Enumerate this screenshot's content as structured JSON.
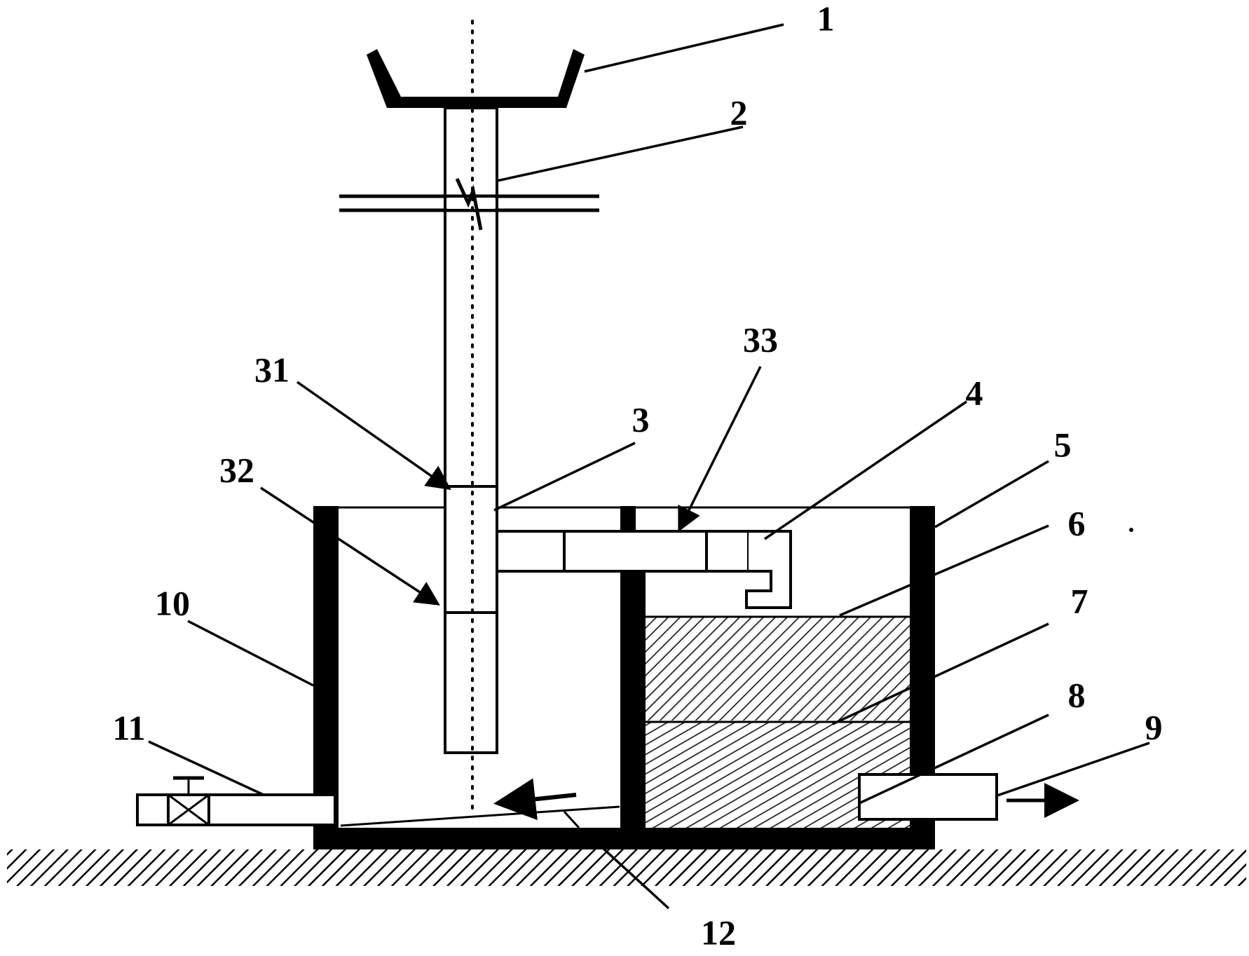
{
  "labels": {
    "l1": "1",
    "l2": "2",
    "l3": "3",
    "l31": "31",
    "l32": "32",
    "l33": "33",
    "l4": "4",
    "l5": "5",
    "l6": "6",
    "l7": "7",
    "l8": "8",
    "l9": "9",
    "l10": "10",
    "l11": "11",
    "l12": "12"
  }
}
